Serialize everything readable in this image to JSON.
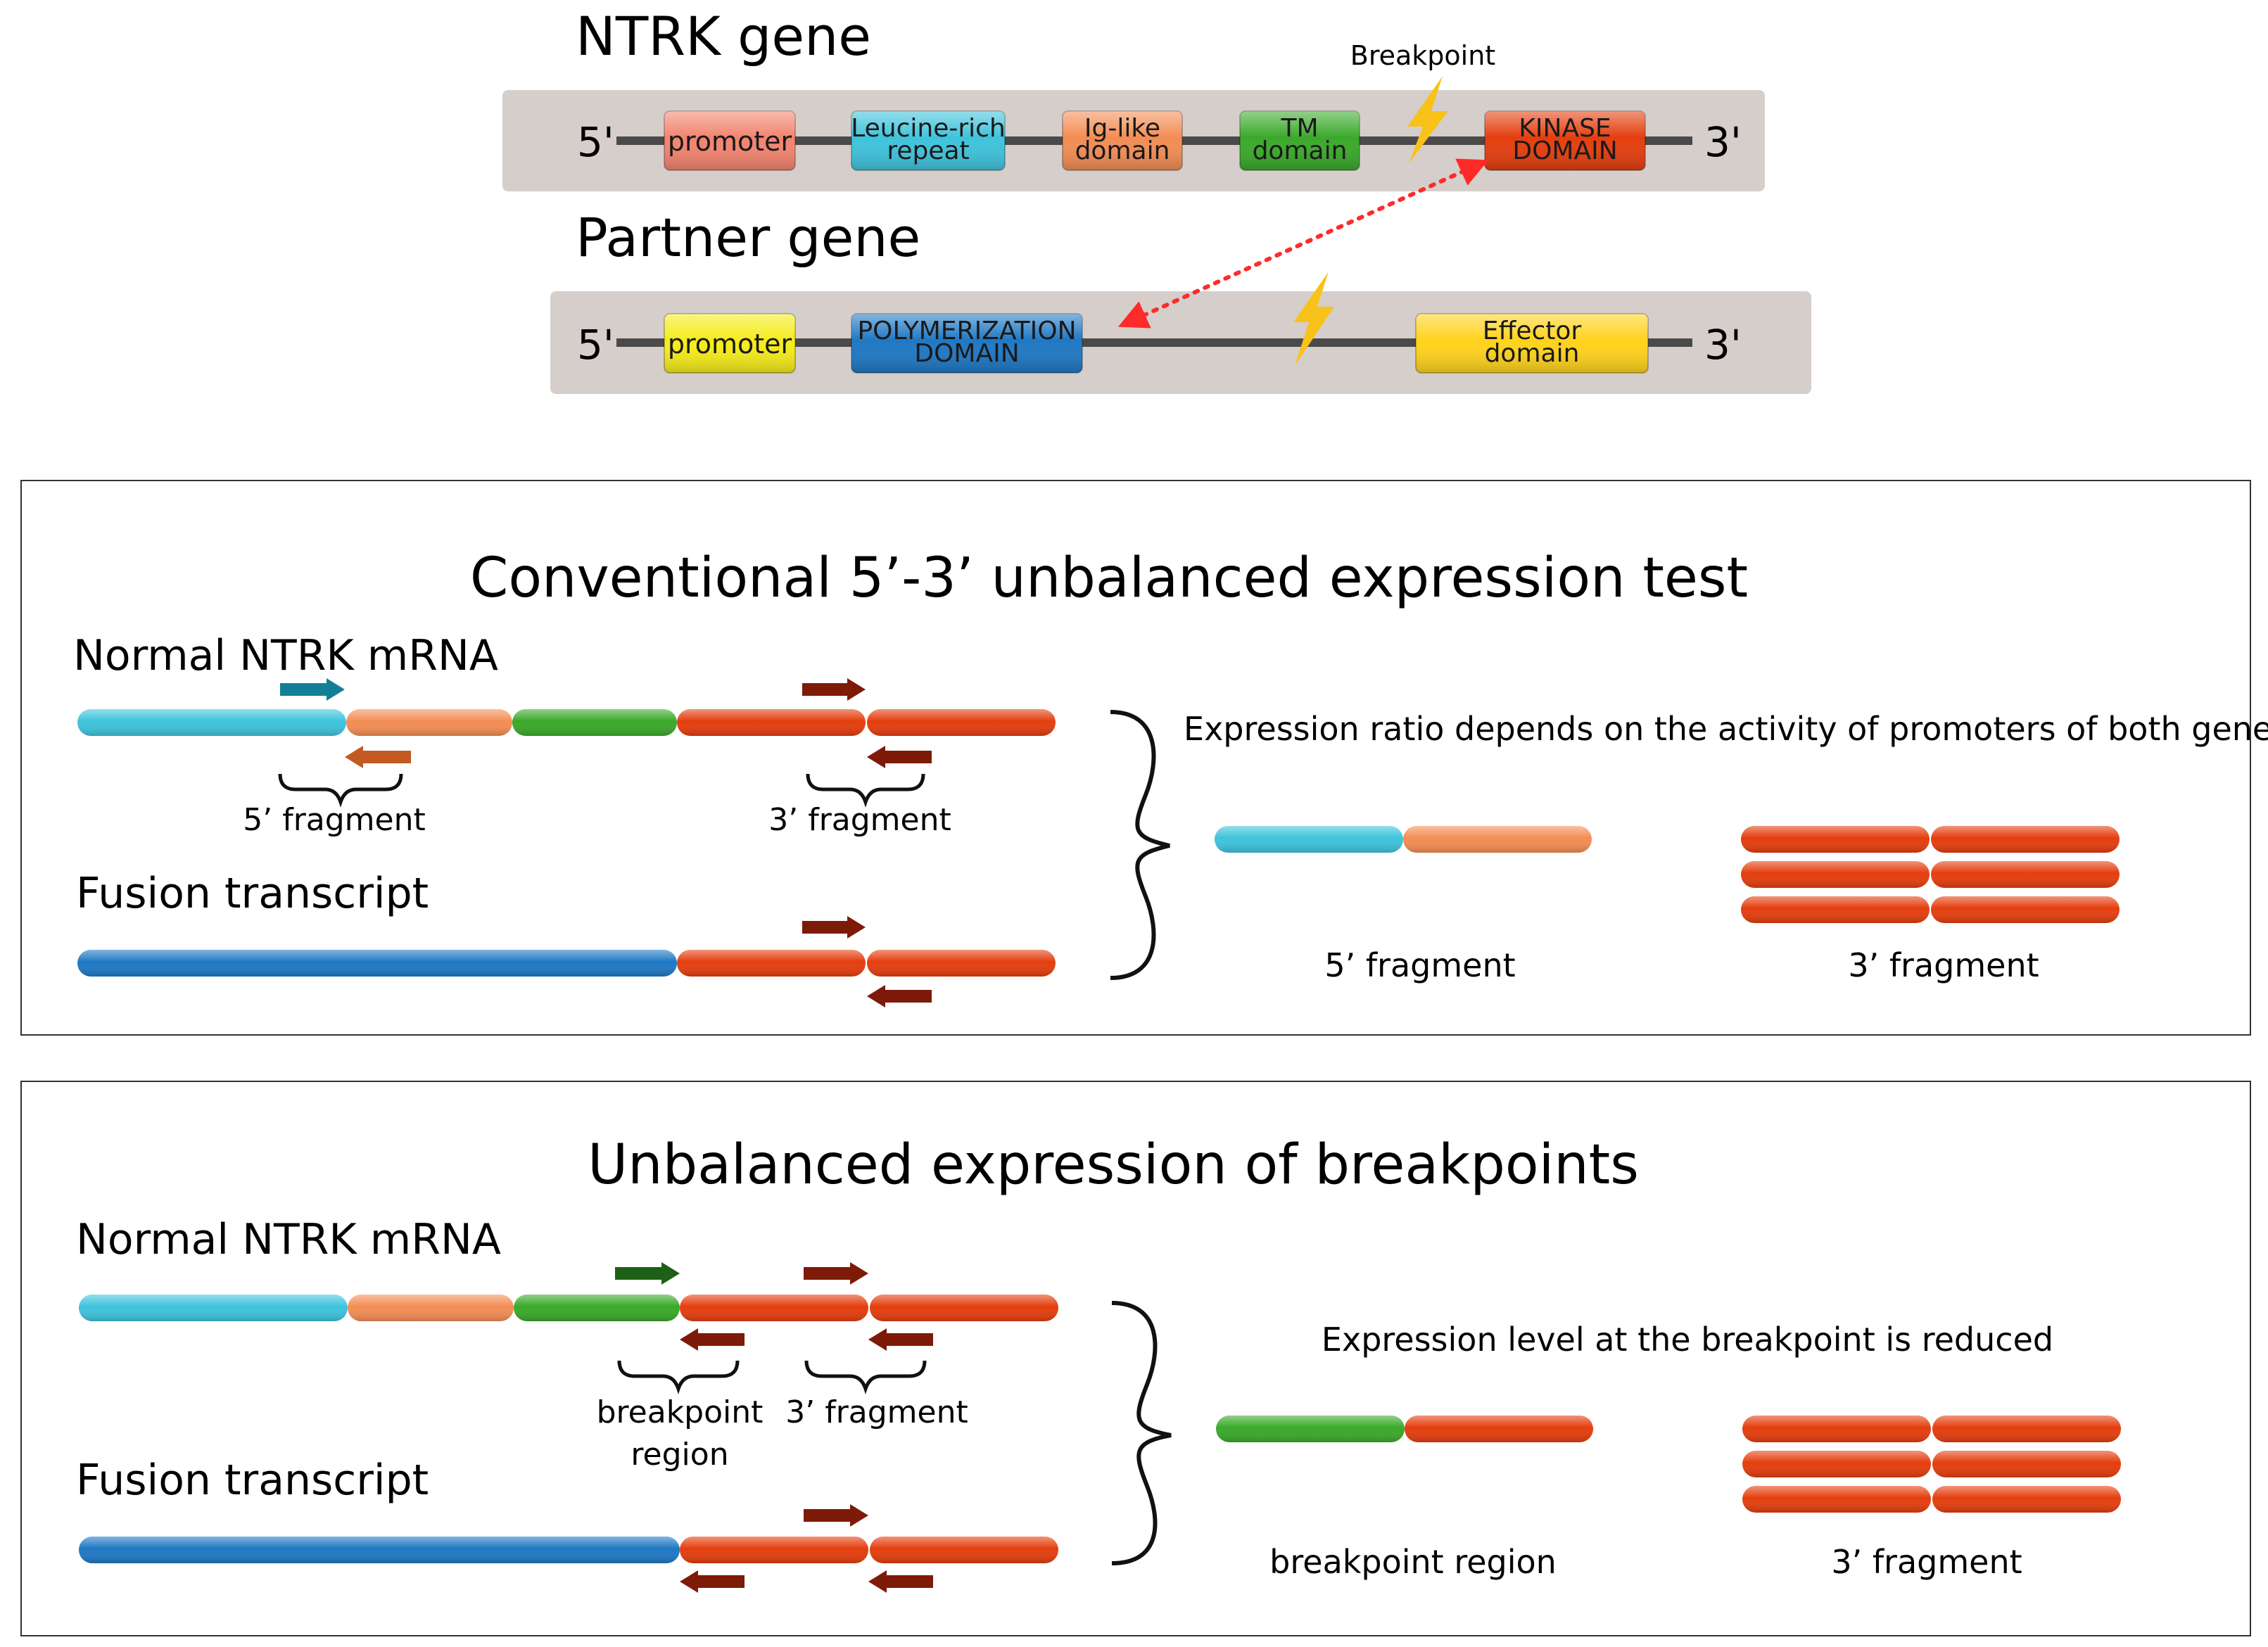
{
  "colors": {
    "teal": "#3ec3dc",
    "salmon": "#f38d54",
    "green": "#3aa92a",
    "red": "#e43e0e",
    "blue": "#1f78c4",
    "yellow": "#f5ec1a",
    "gold": "#ffd21c",
    "panel": "#d6cecb",
    "ntrk_promoter": "#f2846f",
    "arrow_teal": "#137f96",
    "arrow_brown": "#7e1a08",
    "arrow_orange": "#c25a22",
    "arrow_green": "#1e6016",
    "bolt": "#f9c21a",
    "dotted": "#ff2a2a"
  },
  "gene_map": {
    "ntrk": {
      "title": "NTRK gene",
      "five_prime": "5'",
      "three_prime": "3'",
      "breakpoint_label": "Breakpoint",
      "domains": [
        {
          "lines": [
            "promoter"
          ],
          "color": "ntrk_promoter"
        },
        {
          "lines": [
            "Leucine-rich",
            "repeat"
          ],
          "color": "teal"
        },
        {
          "lines": [
            "Ig-like",
            "domain"
          ],
          "color": "salmon"
        },
        {
          "lines": [
            "TM",
            "domain"
          ],
          "color": "green"
        },
        {
          "lines": [
            "KINASE",
            "DOMAIN"
          ],
          "color": "red"
        }
      ]
    },
    "partner": {
      "title": "Partner gene",
      "five_prime": "5'",
      "three_prime": "3'",
      "domains": [
        {
          "lines": [
            "promoter"
          ],
          "color": "yellow"
        },
        {
          "lines": [
            "POLYMERIZATION",
            "DOMAIN"
          ],
          "color": "blue"
        },
        {
          "lines": [
            "Effector",
            "domain"
          ],
          "color": "gold"
        }
      ]
    }
  },
  "panel1": {
    "title": "Conventional 5’-3’ unbalanced expression test",
    "normal_label": "Normal NTRK mRNA",
    "fusion_label": "Fusion transcript",
    "fragment_5": "5’ fragment",
    "fragment_3": "3’ fragment",
    "result_note": "Expression ratio depends on the activity of promoters of both genes",
    "result_5_label": "5’ fragment",
    "result_3_label": "3’ fragment"
  },
  "panel2": {
    "title": "Unbalanced expression of breakpoints",
    "normal_label": "Normal NTRK mRNA",
    "fusion_label": "Fusion transcript",
    "breakpoint_region": [
      "breakpoint",
      "region"
    ],
    "fragment_3": "3’ fragment",
    "result_note": "Expression level at the breakpoint is reduced",
    "result_bp_label": "breakpoint region",
    "result_3_label": "3’ fragment"
  }
}
